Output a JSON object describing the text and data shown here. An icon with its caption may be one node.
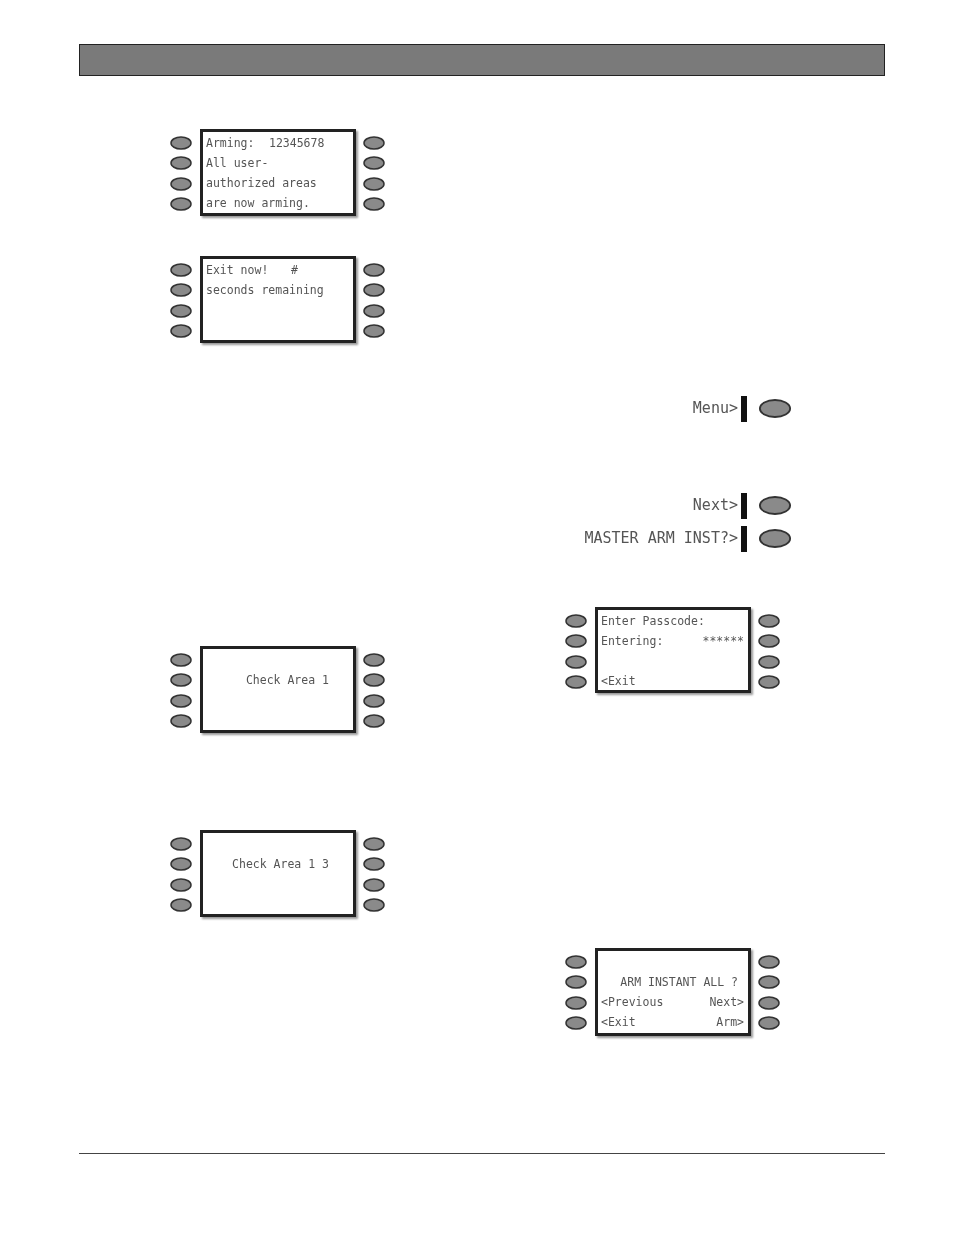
{
  "diagram": {
    "nodes": [
      {
        "text": [
          "Arming:",
          "12345678",
          "All user-",
          "authorized areas",
          "are now arming."
        ]
      },
      {
        "text": [
          "Exit now!",
          "#",
          "seconds remaining"
        ]
      },
      {
        "text": [
          "Check Area 1"
        ]
      },
      {
        "text": [
          "Check Area 1 3"
        ]
      },
      {
        "text": [
          "Enter Passcode:",
          "Entering:",
          "******",
          "<Exit"
        ]
      },
      {
        "text": [
          "ARM INSTANT ALL ?",
          "<Previous",
          "Next>",
          "<Exit",
          "Arm>"
        ]
      }
    ],
    "labels": [
      "Menu>",
      "Next>",
      "MASTER ARM INST?>"
    ]
  }
}
